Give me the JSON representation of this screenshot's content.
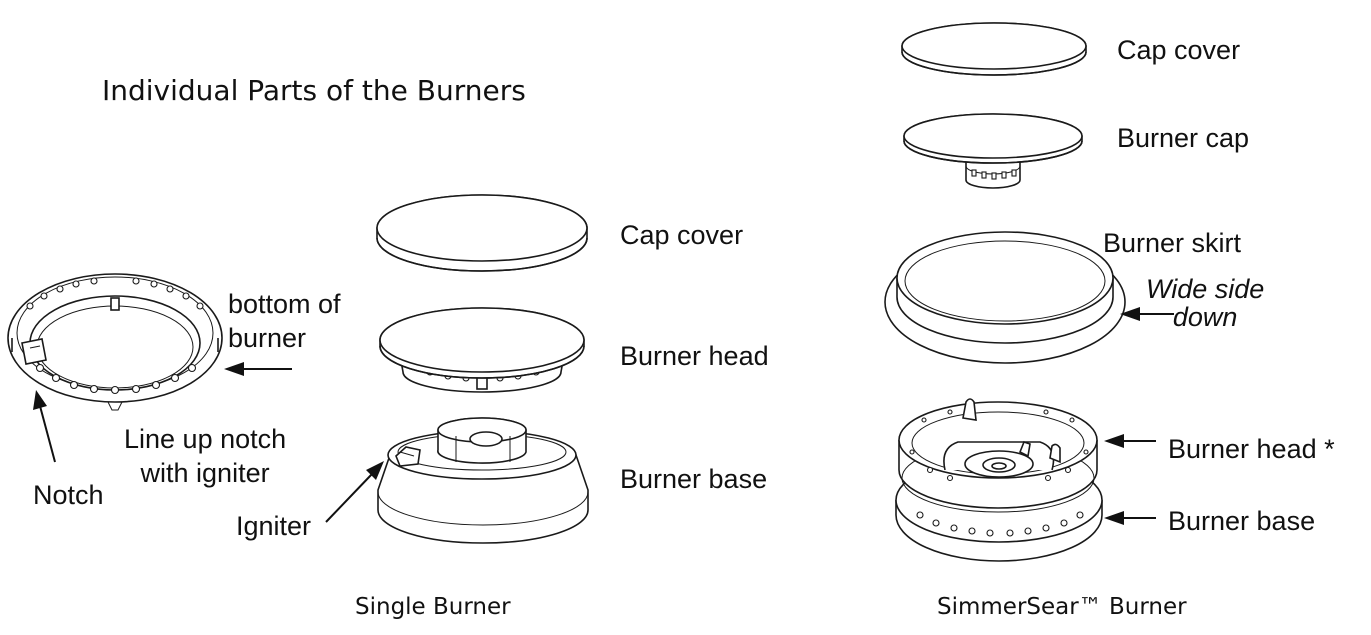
{
  "title": "Individual Parts of the Burners",
  "single_burner": {
    "caption": "Single Burner",
    "parts": {
      "cap_cover": "Cap cover",
      "burner_head": "Burner head",
      "burner_base": "Burner base"
    },
    "bottom_of_burner": "bottom of\nburner",
    "line_up": "Line up notch\nwith igniter",
    "notch": "Notch",
    "igniter": "Igniter"
  },
  "simmersear_burner": {
    "caption": "SimmerSear™ Burner",
    "parts": {
      "cap_cover": "Cap cover",
      "burner_cap": "Burner cap",
      "burner_skirt": "Burner skirt",
      "wide_side_down": "Wide side\ndown",
      "burner_head": "Burner head *",
      "burner_base": "Burner base"
    }
  }
}
